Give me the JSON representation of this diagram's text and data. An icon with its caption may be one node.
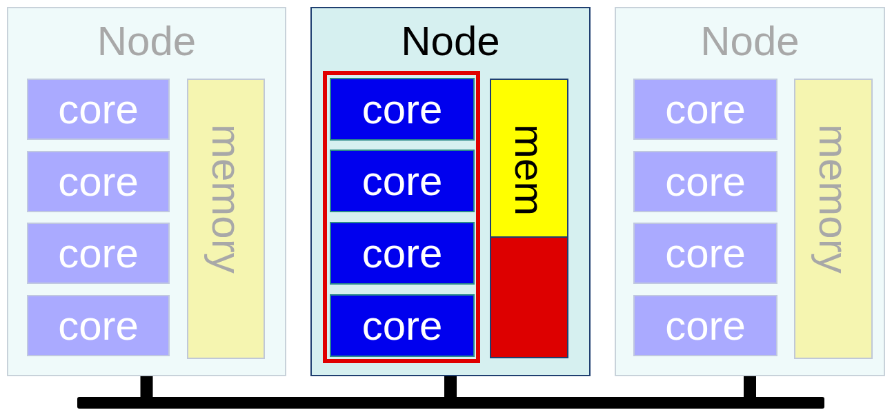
{
  "diagram": {
    "nodes": [
      {
        "text": [
          "Node"
        ]
      },
      {
        "text": [
          "core"
        ],
        "in": 0
      },
      {
        "text": [
          "core"
        ],
        "in": 0
      },
      {
        "text": [
          "core"
        ],
        "in": 0
      },
      {
        "text": [
          "core"
        ],
        "in": 0
      },
      {
        "text": [
          "memory"
        ],
        "in": 0
      },
      {
        "text": [
          "Node"
        ]
      },
      {
        "text": [],
        "shape": "box",
        "in": 6
      },
      {
        "text": [
          "core"
        ],
        "in": 7
      },
      {
        "text": [
          "core"
        ],
        "in": 7
      },
      {
        "text": [
          "core"
        ],
        "in": 7
      },
      {
        "text": [
          "core"
        ],
        "in": 7
      },
      {
        "text": [
          "mem"
        ],
        "in": 6
      },
      {
        "text": [],
        "shape": "box",
        "in": 6
      },
      {
        "text": [
          "Node"
        ]
      },
      {
        "text": [
          "core"
        ],
        "in": 14
      },
      {
        "text": [
          "core"
        ],
        "in": 14
      },
      {
        "text": [
          "core"
        ],
        "in": 14
      },
      {
        "text": [
          "core"
        ],
        "in": 14
      },
      {
        "text": [
          "memory"
        ],
        "in": 14
      },
      {
        "text": [],
        "shape": "bar"
      }
    ],
    "edges": [
      {
        "from": 0,
        "to": 20,
        "arrow": "none"
      },
      {
        "from": 6,
        "to": 20,
        "arrow": "none"
      },
      {
        "from": 14,
        "to": 20,
        "arrow": "none"
      }
    ]
  }
}
